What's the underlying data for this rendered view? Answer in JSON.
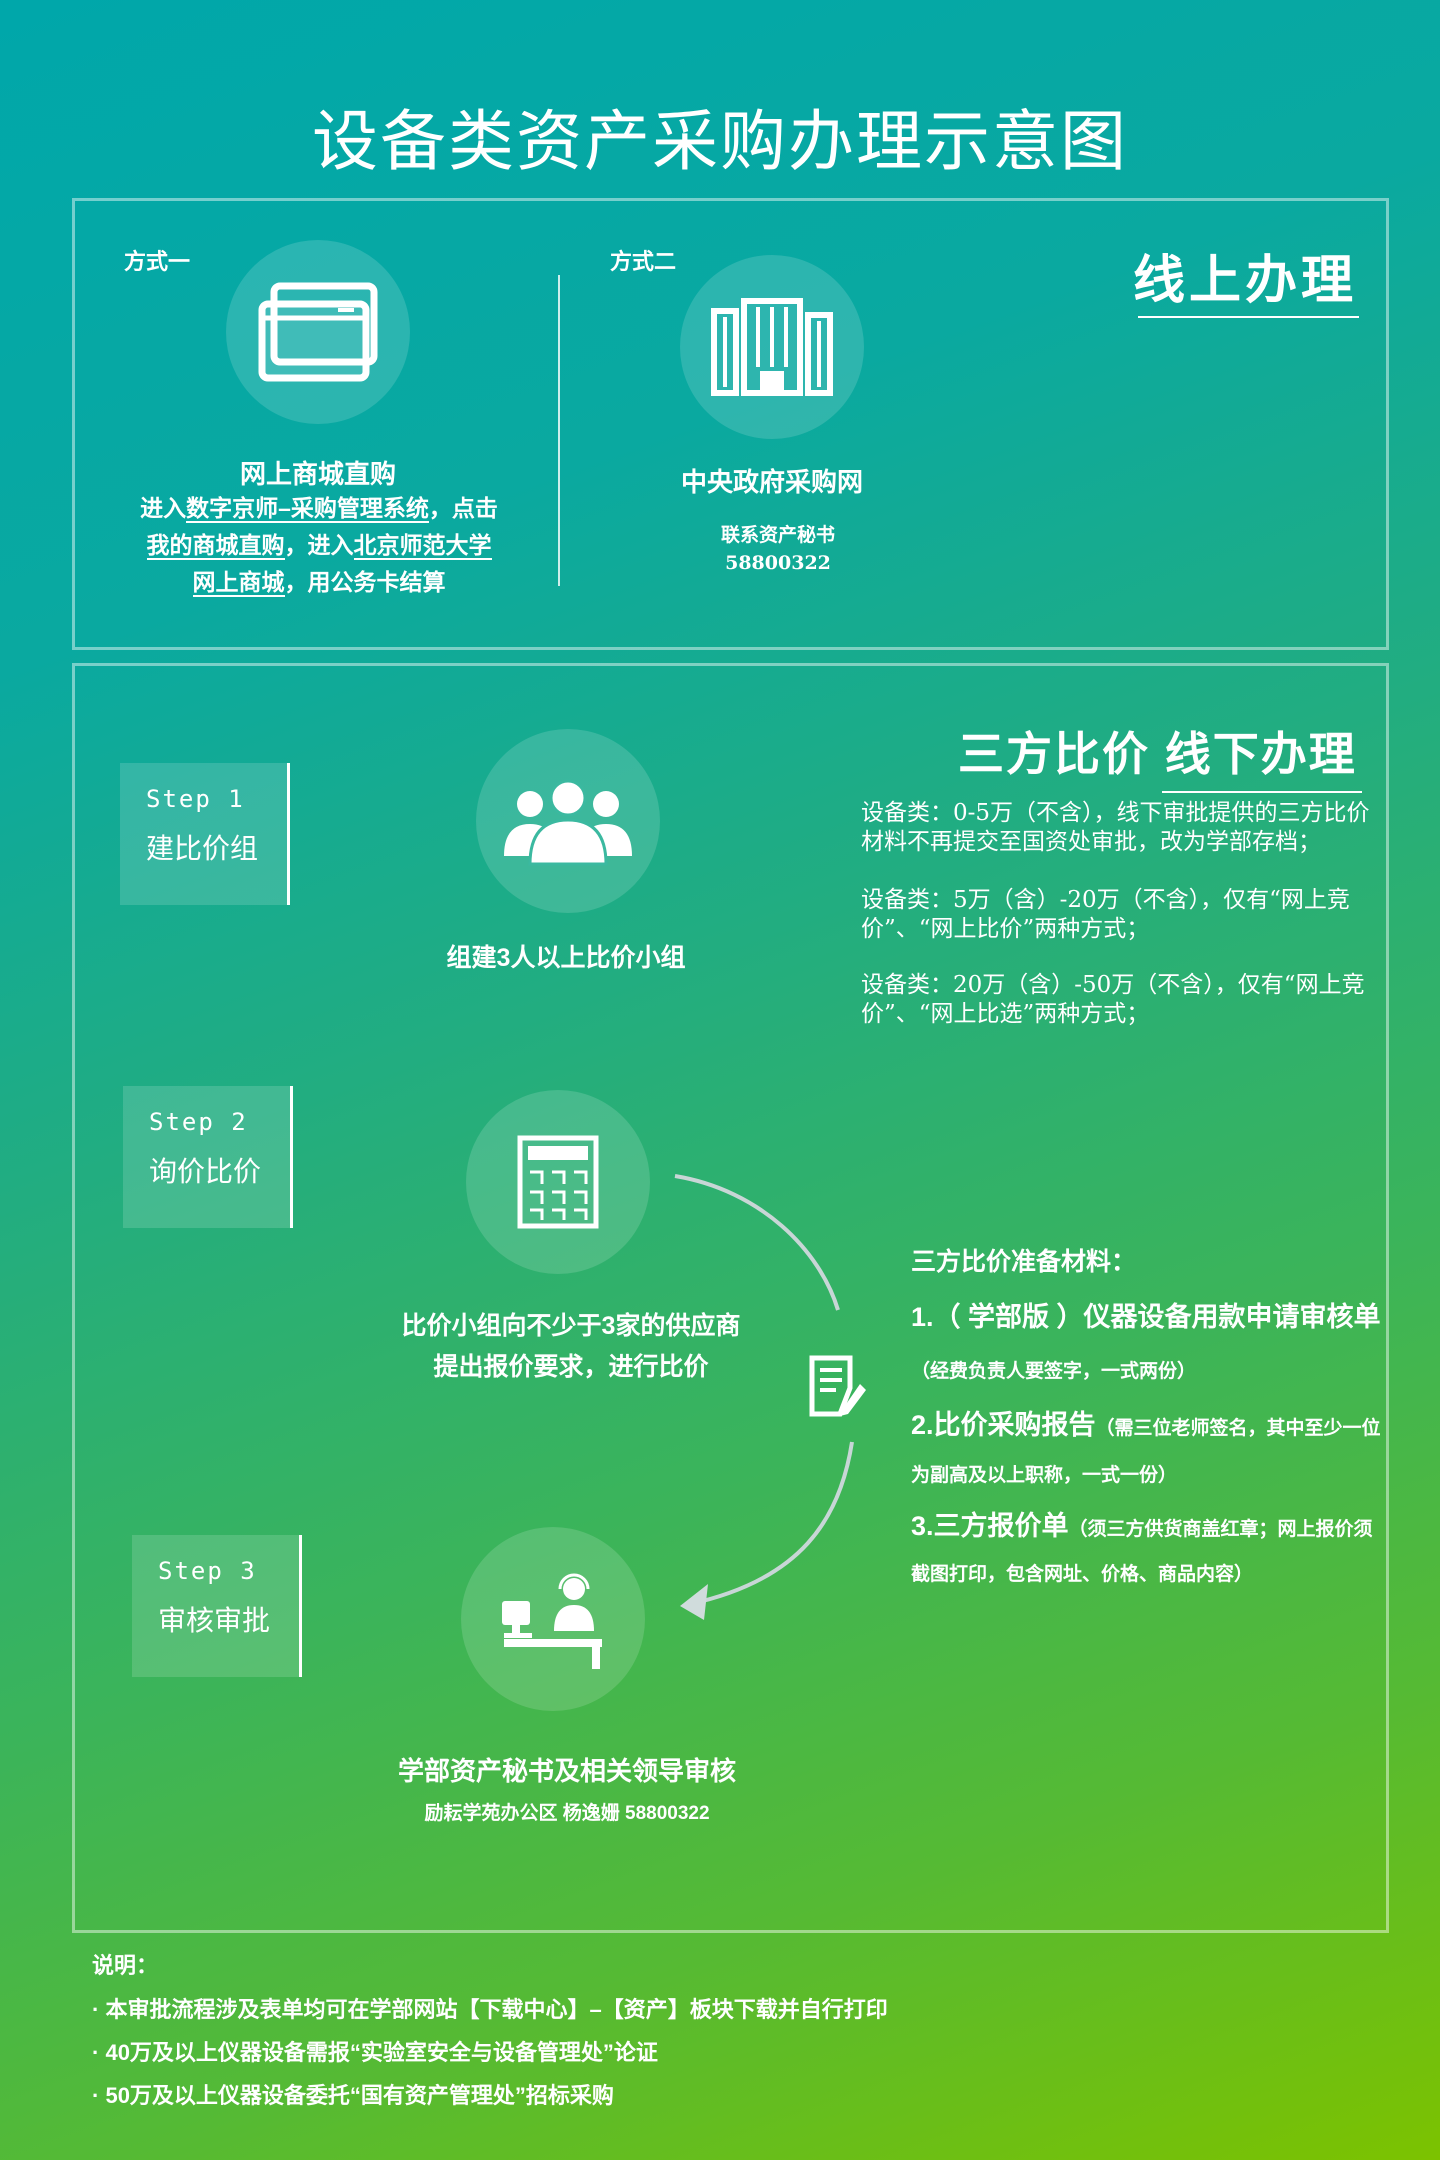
{
  "title": "设备类资产采购办理示意图",
  "online": {
    "heading": "线上办理",
    "method1": {
      "label": "方式一",
      "name": "网上商城直购",
      "desc_parts": [
        "进入",
        "数字京师–采购管理系统",
        "，点击",
        "我的商城直购",
        "，进入",
        "北京师范大学",
        "网上商城",
        "，用公务卡结算"
      ]
    },
    "method2": {
      "label": "方式二",
      "name": "中央政府采购网",
      "contact": "联系资产秘书",
      "phone": "58800322"
    }
  },
  "offline": {
    "heading": "三方比价 线下办理",
    "rules": [
      "设备类：0-5万（不含），线下审批提供的三方比价材料不再提交至国资处审批，改为学部存档；",
      "设备类：5万（含）-20万（不含），仅有“网上竞价”、“网上比价”两种方式；",
      "设备类：20万（含）-50万（不含），仅有“网上竞价”、“网上比选”两种方式；"
    ],
    "steps": [
      {
        "step": "Step 1",
        "name": "建比价组",
        "desc": "组建3人以上比价小组"
      },
      {
        "step": "Step 2",
        "name": "询价比价",
        "desc1": "比价小组向不少于3家的供应商",
        "desc2": "提出报价要求，进行比价"
      },
      {
        "step": "Step 3",
        "name": "审核审批",
        "desc": "学部资产秘书及相关领导审核",
        "sub": "励耘学苑办公区 杨逸姗 58800322"
      }
    ],
    "materials": {
      "title": "三方比价准备材料：",
      "items": [
        {
          "main": "1.（ 学部版 ）仪器设备用款申请审核单",
          "note": "（经费负责人要签字，一式两份）"
        },
        {
          "main": "2.比价采购报告",
          "note": "（需三位老师签名，其中至少一位为副高及以上职称，一式一份）"
        },
        {
          "main": "3.三方报价单",
          "note": "（须三方供货商盖红章；网上报价须截图打印，包含网址、价格、商品内容）"
        }
      ]
    }
  },
  "notes": {
    "title": "说明：",
    "items": [
      "本审批流程涉及表单均可在学部网站【下载中心】–【资产】板块下载并自行打印",
      "40万及以上仪器设备需报“实验室安全与设备管理处”论证",
      "50万及以上仪器设备委托“国有资产管理处”招标采购"
    ]
  }
}
